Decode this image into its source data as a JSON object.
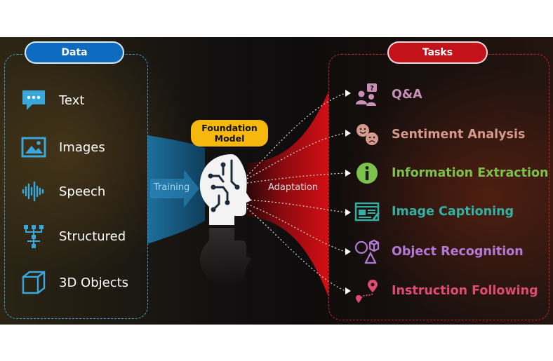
{
  "data": {
    "title": "Data",
    "items": [
      {
        "label": "Text",
        "icon": "chat-bubble-icon"
      },
      {
        "label": "Images",
        "icon": "image-icon"
      },
      {
        "label": "Speech",
        "icon": "audio-wave-icon"
      },
      {
        "label": "Structured",
        "icon": "tree-structure-icon"
      },
      {
        "label": "3D Objects",
        "icon": "cube-icon"
      }
    ]
  },
  "model": {
    "line1": "Foundation",
    "line2": "Model",
    "training": "Training",
    "adaptation": "Adaptation"
  },
  "tasks": {
    "title": "Tasks",
    "items": [
      {
        "label": "Q&A",
        "color": "#c98fb6",
        "icon": "question-people-icon"
      },
      {
        "label": "Sentiment Analysis",
        "color": "#d69a8c",
        "icon": "emoji-faces-icon"
      },
      {
        "label": "Information Extraction",
        "color": "#7cc24a",
        "icon": "info-icon"
      },
      {
        "label": "Image Captioning",
        "color": "#30b3a5",
        "icon": "caption-window-icon"
      },
      {
        "label": "Object Recognition",
        "color": "#b57ad7",
        "icon": "shapes-icon"
      },
      {
        "label": "Instruction Following",
        "color": "#e04a74",
        "icon": "route-pin-icon"
      }
    ]
  },
  "colors": {
    "data_accent": "#0f6bc0",
    "tasks_accent": "#c4121a",
    "model_pill": "#f6b80d",
    "training_funnel": "#1f6fa0",
    "adaptation_funnel": "#c70f14"
  }
}
